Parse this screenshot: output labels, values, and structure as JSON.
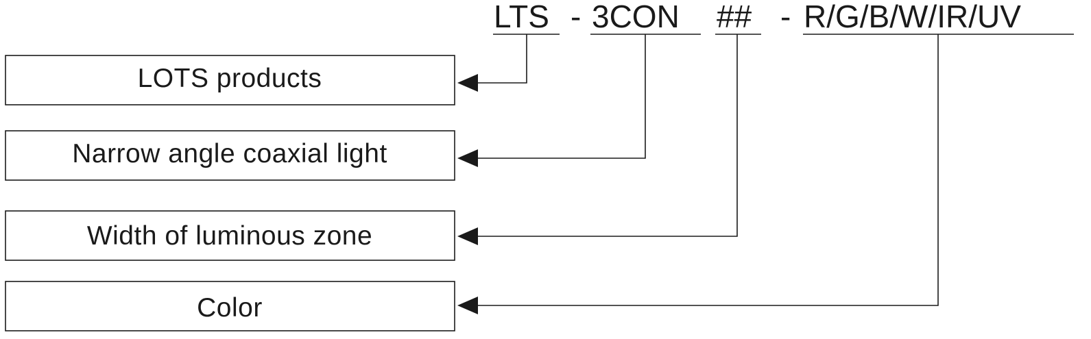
{
  "code": {
    "segments": [
      "LTS",
      "-",
      "3CON",
      "##",
      "-",
      "R/G/B/W/IR/UV"
    ]
  },
  "boxes": [
    {
      "label": "LOTS products"
    },
    {
      "label": "Narrow angle coaxial light"
    },
    {
      "label": "Width of luminous zone"
    },
    {
      "label": "Color"
    }
  ],
  "colors": {
    "ink": "#1a1a1a",
    "background": "#ffffff"
  }
}
